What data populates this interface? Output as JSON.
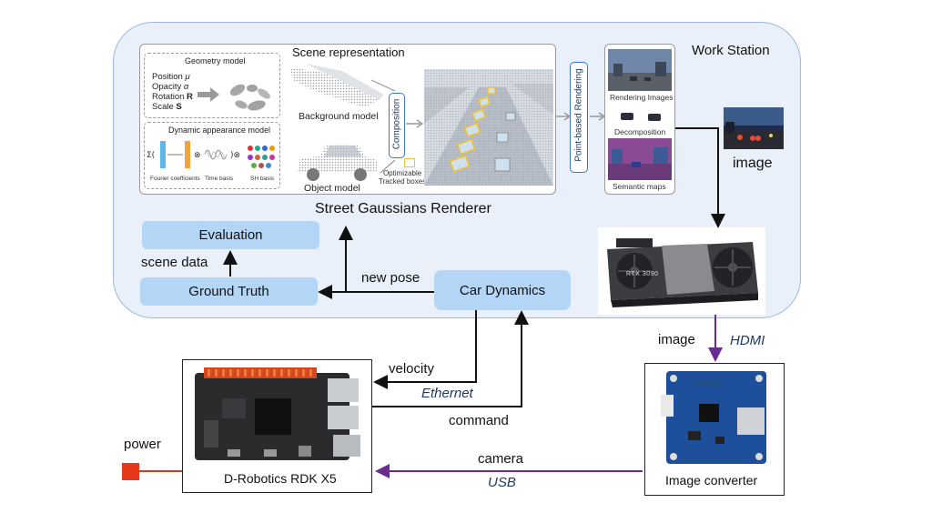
{
  "work_station": {
    "label": "Work Station"
  },
  "renderer": {
    "caption": "Street Gaussians Renderer",
    "scene_representation": "Scene representation",
    "geometry_model": {
      "title": "Geometry model",
      "position": "Position",
      "position_sym": "μ",
      "opacity": "Opacity",
      "opacity_sym": "α",
      "rotation": "Rotation",
      "rotation_sym": "R",
      "scale": "Scale",
      "scale_sym": "S"
    },
    "dynamic_appearance_model": {
      "title": "Dynamic appearance model",
      "fourier": "Fourier coefficients",
      "time_basis": "Time basis",
      "sh_basis": "SH basis"
    },
    "background_model": "Background model",
    "object_model": "Object model",
    "composition": "Composition",
    "optimizable": "Optimizable",
    "tracked_boxes": "Tracked boxes",
    "point_based_rendering": "Point-based Rendering",
    "outputs": [
      "Rendering Images",
      "Decomposition",
      "Semantic maps"
    ]
  },
  "nodes": {
    "evaluation": "Evaluation",
    "ground_truth": "Ground Truth",
    "car_dynamics": "Car Dynamics",
    "gpu_label": "RTX 3090",
    "rdk": "D-Robotics RDK X5",
    "image_converter": "Image converter",
    "power": "power"
  },
  "edge_labels": {
    "scene_data": "scene data",
    "new_pose": "new pose",
    "image_top": "image",
    "image_hdmi": "image",
    "hdmi": "HDMI",
    "velocity": "velocity",
    "ethernet": "Ethernet",
    "command": "command",
    "camera": "camera",
    "usb": "USB"
  },
  "colors": {
    "node_blue": "#b4d6f6",
    "workstation_fill": "#eaf0fa",
    "purple_link": "#6a2c91",
    "power_red": "#e8381b",
    "highlight_yellow": "#f2c12e"
  }
}
